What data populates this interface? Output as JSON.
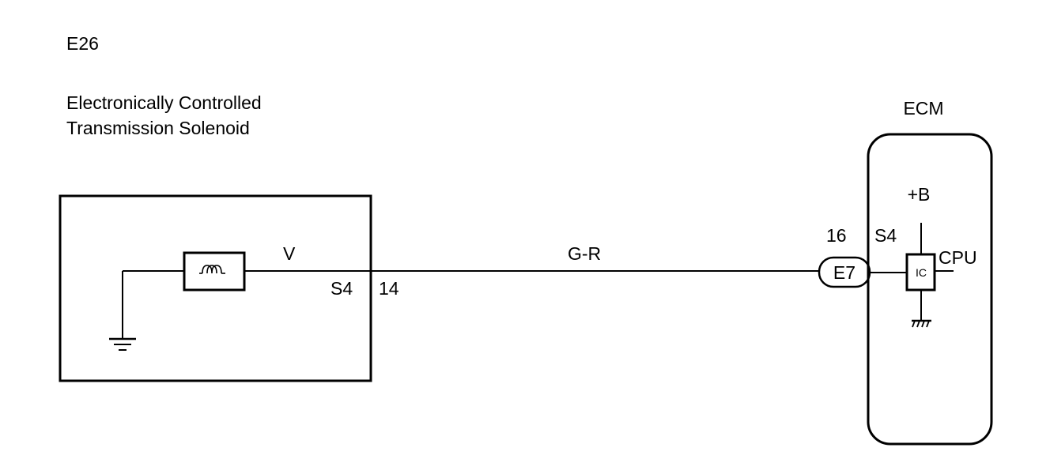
{
  "solenoid": {
    "connector_id": "E26",
    "name_line1": "Electronically Controlled",
    "name_line2": "Transmission Solenoid",
    "wire_color_internal": "V",
    "terminal_name": "S4",
    "pin_number": "14"
  },
  "harness": {
    "wire_color": "G-R"
  },
  "ecm": {
    "title": "ECM",
    "connector_id": "E7",
    "pin_number": "16",
    "terminal_name": "S4",
    "power_label": "+B",
    "cpu_label": "CPU",
    "ic_label": "IC"
  }
}
